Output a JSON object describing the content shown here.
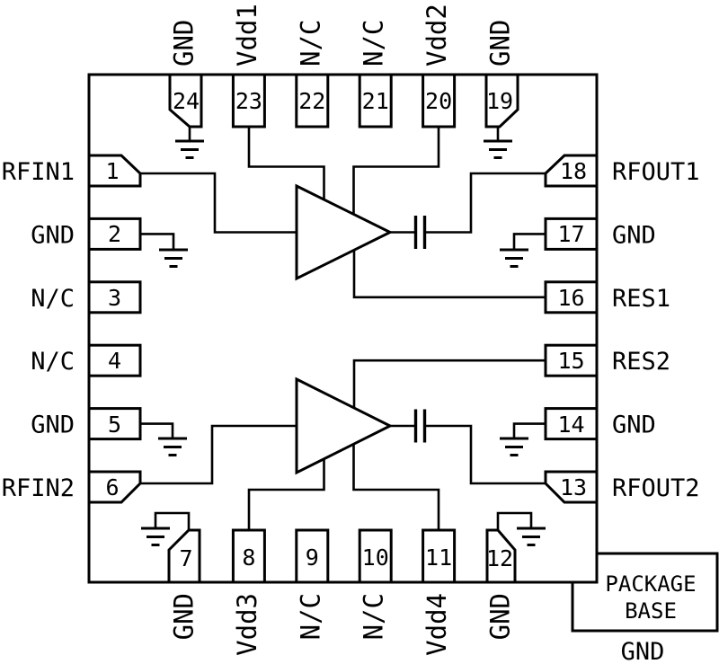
{
  "chip": {
    "pins": {
      "p1": {
        "number": "1",
        "label": "RFIN1"
      },
      "p2": {
        "number": "2",
        "label": "GND"
      },
      "p3": {
        "number": "3",
        "label": "N/C"
      },
      "p4": {
        "number": "4",
        "label": "N/C"
      },
      "p5": {
        "number": "5",
        "label": "GND"
      },
      "p6": {
        "number": "6",
        "label": "RFIN2"
      },
      "p7": {
        "number": "7",
        "label": "GND"
      },
      "p8": {
        "number": "8",
        "label": "Vdd3"
      },
      "p9": {
        "number": "9",
        "label": "N/C"
      },
      "p10": {
        "number": "10",
        "label": "N/C"
      },
      "p11": {
        "number": "11",
        "label": "Vdd4"
      },
      "p12": {
        "number": "12",
        "label": "GND"
      },
      "p13": {
        "number": "13",
        "label": "RFOUT2"
      },
      "p14": {
        "number": "14",
        "label": "GND"
      },
      "p15": {
        "number": "15",
        "label": "RES2"
      },
      "p16": {
        "number": "16",
        "label": "RES1"
      },
      "p17": {
        "number": "17",
        "label": "GND"
      },
      "p18": {
        "number": "18",
        "label": "RFOUT1"
      },
      "p19": {
        "number": "19",
        "label": "GND"
      },
      "p20": {
        "number": "20",
        "label": "Vdd2"
      },
      "p21": {
        "number": "21",
        "label": "N/C"
      },
      "p22": {
        "number": "22",
        "label": "N/C"
      },
      "p23": {
        "number": "23",
        "label": "Vdd1"
      },
      "p24": {
        "number": "24",
        "label": "GND"
      }
    },
    "package_base": {
      "line1": "PACKAGE",
      "line2": "BASE",
      "ground_label": "GND"
    },
    "colors": {
      "line": "#000000",
      "background": "#ffffff"
    }
  }
}
